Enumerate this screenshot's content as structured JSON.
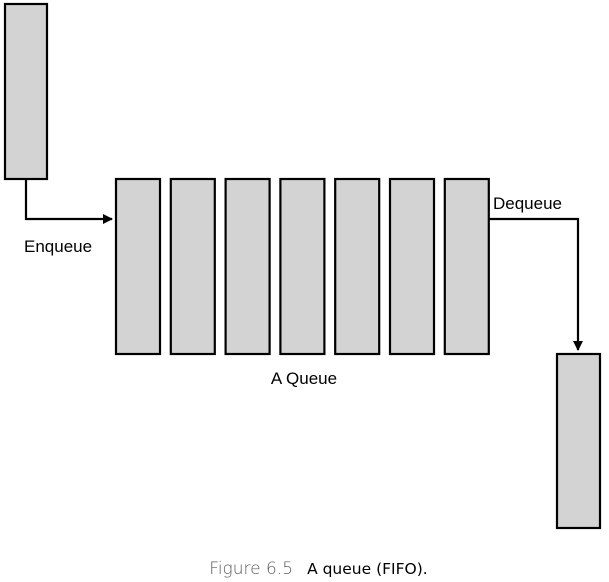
{
  "diagram": {
    "colors": {
      "block_fill": "#d3d3d3",
      "stroke": "#000000",
      "caption_number": "#5a5a5a"
    },
    "queue_slot_count": 7,
    "labels": {
      "enqueue": "Enqueue",
      "dequeue": "Dequeue",
      "queue": "A Queue"
    }
  },
  "caption": {
    "number": "Figure 6.5",
    "text": "A queue (FIFO)."
  }
}
